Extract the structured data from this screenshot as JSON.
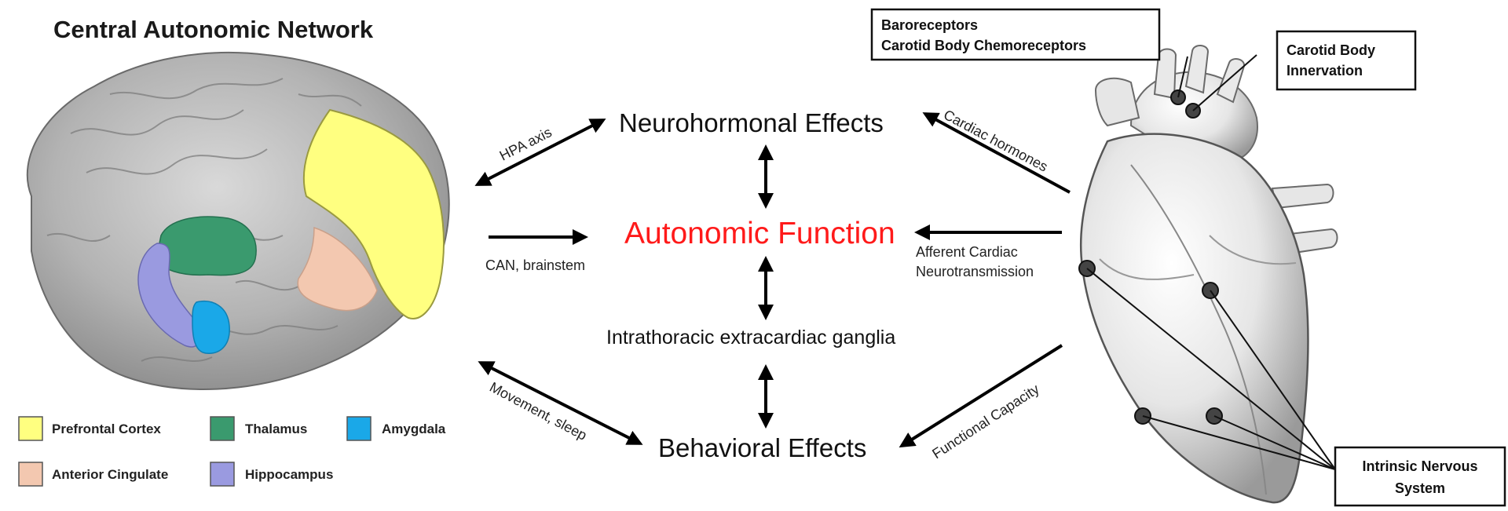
{
  "title": "Central Autonomic Network",
  "center": {
    "neurohormonal": "Neurohormonal Effects",
    "autonomic": "Autonomic Function",
    "intrathoracic": "Intrathoracic extracardiac ganglia",
    "behavioral": "Behavioral Effects"
  },
  "edge_labels": {
    "hpa_axis": "HPA axis",
    "can_brainstem": "CAN, brainstem",
    "movement_sleep": "Movement,  sleep",
    "cardiac_hormones": "Cardiac hormones",
    "afferent_line1": "Afferent Cardiac",
    "afferent_line2": "Neurotransmission",
    "functional_capacity": "Functional  Capacity"
  },
  "legend": {
    "prefrontal": {
      "label": "Prefrontal Cortex",
      "color": "#ffff80"
    },
    "thalamus": {
      "label": "Thalamus",
      "color": "#3a9a6e"
    },
    "amygdala": {
      "label": "Amygdala",
      "color": "#1aa8e8"
    },
    "anterior_cingulate": {
      "label": "Anterior Cingulate",
      "color": "#f3c8b0"
    },
    "hippocampus": {
      "label": "Hippocampus",
      "color": "#9a9ae0"
    }
  },
  "heart_labels": {
    "baroreceptors_line1": "Baroreceptors",
    "baroreceptors_line2": "Carotid Body Chemoreceptors",
    "carotid_line1": "Carotid Body",
    "carotid_line2": "Innervation",
    "intrinsic_line1": "Intrinsic Nervous",
    "intrinsic_line2": "System"
  },
  "colors": {
    "autonomic_text": "#ff1a1a",
    "brain_gray": "#a8a8a8",
    "heart_light": "#eeeeee"
  }
}
